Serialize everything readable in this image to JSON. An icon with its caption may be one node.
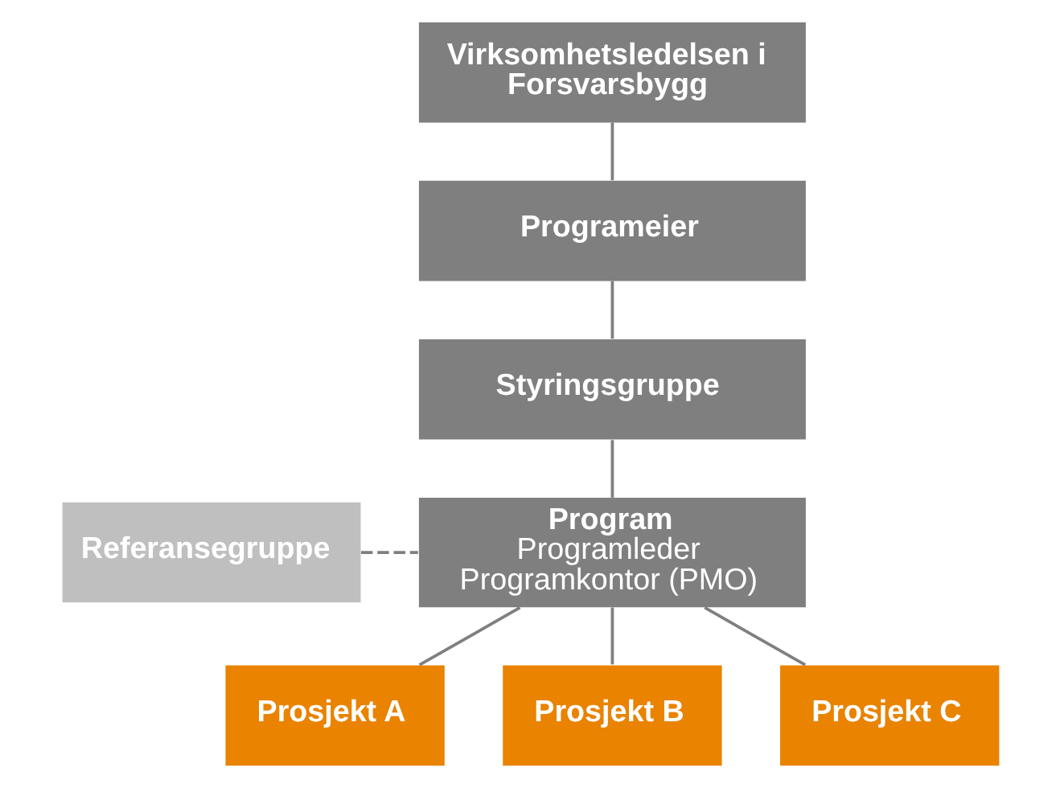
{
  "diagram": {
    "nodes": [
      {
        "text": [
          "Virksomhetsledelsen i Forsvarsbygg"
        ]
      },
      {
        "text": [
          "Programeier"
        ]
      },
      {
        "text": [
          "Styringsgruppe"
        ]
      },
      {
        "text": [
          "Referansegruppe"
        ]
      },
      {
        "text": [
          "Program",
          "Programleder",
          "Programkontor (PMO)"
        ]
      },
      {
        "text": [
          "Prosjekt A"
        ]
      },
      {
        "text": [
          "Prosjekt B"
        ]
      },
      {
        "text": [
          "Prosjekt C"
        ]
      }
    ],
    "edges": [
      {
        "from": 0,
        "to": 1,
        "arrow": "none"
      },
      {
        "from": 1,
        "to": 2,
        "arrow": "none"
      },
      {
        "from": 2,
        "to": 4,
        "arrow": "none"
      },
      {
        "from": 3,
        "to": 4,
        "arrow": "none",
        "style": "dashed"
      },
      {
        "from": 4,
        "to": 5,
        "arrow": "none"
      },
      {
        "from": 4,
        "to": 6,
        "arrow": "none"
      },
      {
        "from": 4,
        "to": 7,
        "arrow": "none"
      }
    ]
  }
}
